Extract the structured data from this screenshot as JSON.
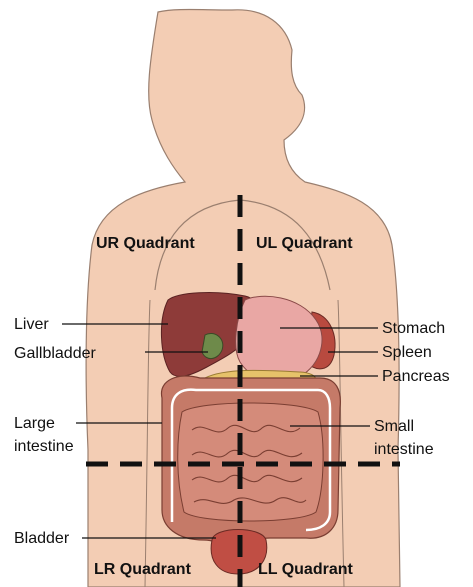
{
  "quadrants": {
    "upper_right": "UR Quadrant",
    "upper_left": "UL Quadrant",
    "lower_right": "LR Quadrant",
    "lower_left": "LL Quadrant"
  },
  "labels": {
    "liver": "Liver",
    "gallbladder": "Gallbladder",
    "large_intestine_line1": "Large",
    "large_intestine_line2": "intestine",
    "bladder": "Bladder",
    "stomach": "Stomach",
    "spleen": "Spleen",
    "pancreas": "Pancreas",
    "small_intestine_line1": "Small",
    "small_intestine_line2": "intestine"
  },
  "colors": {
    "skin": "#f3cdb4",
    "skin_outline": "#9a7f6f",
    "liver": "#8e3b39",
    "stomach": "#e9a7a4",
    "spleen": "#b84a3f",
    "pancreas": "#e6c26a",
    "intestine": "#c57a68",
    "bladder": "#c04e44",
    "divider": "#111111"
  }
}
